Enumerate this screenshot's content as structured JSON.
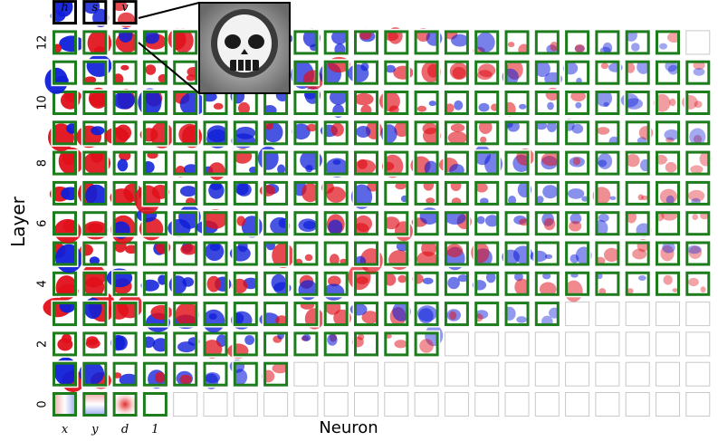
{
  "chart_data": {
    "type": "heatmap",
    "title": "",
    "xlabel": "Neuron",
    "ylabel": "Layer",
    "y_ticks": [
      "0",
      "2",
      "4",
      "6",
      "8",
      "10",
      "12"
    ],
    "input_labels": [
      "x",
      "y",
      "d",
      "1"
    ],
    "output_labels": [
      "h",
      "s",
      "v"
    ],
    "layers": [
      {
        "layer": 0,
        "active": 4
      },
      {
        "layer": 1,
        "active": 8
      },
      {
        "layer": 2,
        "active": 13
      },
      {
        "layer": 3,
        "active": 17
      },
      {
        "layer": 4,
        "active": 22
      },
      {
        "layer": 5,
        "active": 22
      },
      {
        "layer": 6,
        "active": 22
      },
      {
        "layer": 7,
        "active": 22
      },
      {
        "layer": 8,
        "active": 22
      },
      {
        "layer": 9,
        "active": 22
      },
      {
        "layer": 10,
        "active": 22
      },
      {
        "layer": 11,
        "active": 22
      },
      {
        "layer": 12,
        "active": 21
      },
      {
        "layer": 13,
        "active": 3
      }
    ],
    "total_columns": 22,
    "colors": {
      "positive": "#e0101a",
      "negative": "#0f1fd8",
      "frame": "#1d7d1d",
      "empty": "#c8c8c8"
    }
  }
}
